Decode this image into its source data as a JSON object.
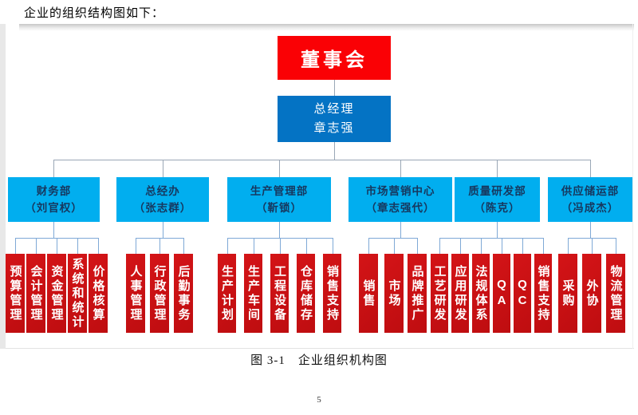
{
  "page": {
    "heading": "企业的组织结构图如下：",
    "caption": "图 3-1　企业组织机构图",
    "page_number": "5"
  },
  "colors": {
    "board_red": "#FA0105",
    "sub_red_light": "#D41417",
    "sub_red_dark": "#BE0D10",
    "gm_blue": "#0473C4",
    "dept_blue": "#01AEEF",
    "dept_text": "#17375E",
    "connector_top": "#9AA7B6",
    "connector_group": "#7FA9D6"
  },
  "org": {
    "board": {
      "label": "董事会"
    },
    "general_manager": {
      "lines": [
        "总经理",
        "章志强"
      ]
    },
    "departments": [
      {
        "name": "财务部",
        "manager": "（刘官权）",
        "children": [
          "预算管理",
          "会计管理",
          "资金管理",
          "系统和统计",
          "价格核算"
        ]
      },
      {
        "name": "总经办",
        "manager": "（张志群）",
        "children": [
          "人事管理",
          "行政管理",
          "后勤事务"
        ]
      },
      {
        "name": "生产管理部",
        "manager": "（靳锁）",
        "children": [
          "生产计划",
          "生产车间",
          "工程设备",
          "仓库储存",
          "销售支持"
        ]
      },
      {
        "name": "市场营销中心",
        "manager": "（章志强代）",
        "children": [
          "销售",
          "市场",
          "品牌推广"
        ]
      },
      {
        "name": "质量研发部",
        "manager": "（陈克）",
        "children": [
          "工艺研发",
          "应用研发",
          "法规体系",
          "QA",
          "QC",
          "销售支持"
        ]
      },
      {
        "name": "供应储运部",
        "manager": "（冯成杰）",
        "children": [
          "采购",
          "外协",
          "物流管理"
        ]
      }
    ]
  }
}
